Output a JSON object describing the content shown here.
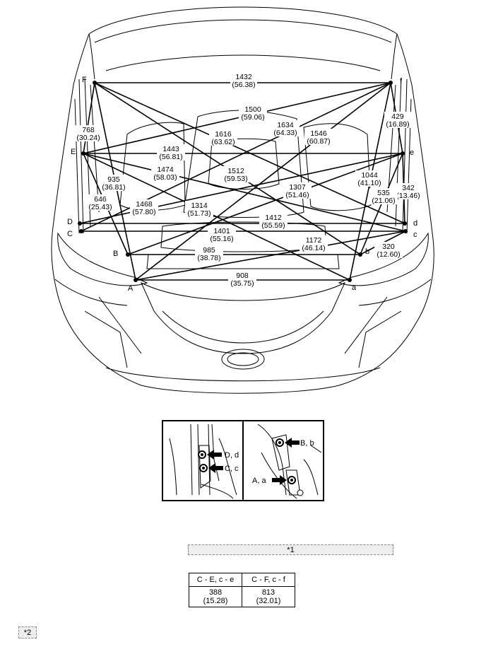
{
  "points": {
    "F": "F",
    "f": "f",
    "E": "E",
    "e": "e",
    "D": "D",
    "d": "d",
    "C": "C",
    "c": "c",
    "B": "B",
    "b": "b",
    "A": "A",
    "a": "a"
  },
  "measurements": [
    {
      "id": "F-f",
      "mm": "1432",
      "in": "(56.38)"
    },
    {
      "id": "E-f",
      "mm": "1500",
      "in": "(59.06)"
    },
    {
      "id": "F-d",
      "mm": "1616",
      "in": "(63.62)"
    },
    {
      "id": "C-f",
      "mm": "1634",
      "in": "(64.33)"
    },
    {
      "id": "A-f",
      "mm": "1546",
      "in": "(60.87)"
    },
    {
      "id": "F-e",
      "mm": "429",
      "in": "(16.89)"
    },
    {
      "id": "F-E",
      "mm": "768",
      "in": "(30.24)"
    },
    {
      "id": "E-e",
      "mm": "1443",
      "in": "(56.81)"
    },
    {
      "id": "E-c",
      "mm": "1474",
      "in": "(58.03)"
    },
    {
      "id": "F-b",
      "mm": "1512",
      "in": "(59.53)"
    },
    {
      "id": "F-A",
      "mm": "935",
      "in": "(36.81)"
    },
    {
      "id": "a-f",
      "mm": "1044",
      "in": "(41.10)"
    },
    {
      "id": "d-e",
      "mm": "342",
      "in": "(13.46)"
    },
    {
      "id": "b-e",
      "mm": "535",
      "in": "(21.06)"
    },
    {
      "id": "B-e",
      "mm": "1307",
      "in": "(51.46)"
    },
    {
      "id": "E-B",
      "mm": "646",
      "in": "(25.43)"
    },
    {
      "id": "D-e",
      "mm": "1468",
      "in": "(57.80)"
    },
    {
      "id": "E-a",
      "mm": "1314",
      "in": "(51.73)"
    },
    {
      "id": "D-d",
      "mm": "1412",
      "in": "(55.59)"
    },
    {
      "id": "C-c",
      "mm": "1401",
      "in": "(55.16)"
    },
    {
      "id": "A-c",
      "mm": "1172",
      "in": "(46.14)"
    },
    {
      "id": "b-c",
      "mm": "320",
      "in": "(12.60)"
    },
    {
      "id": "B-b",
      "mm": "985",
      "in": "(38.78)"
    },
    {
      "id": "A-a",
      "mm": "908",
      "in": "(35.75)"
    }
  ],
  "detail_labels": {
    "dd": "D, d",
    "cc": "C, c",
    "bb": "B, b",
    "aa": "A, a"
  },
  "caption_1": "*1",
  "caption_2": "*2",
  "spec_table": {
    "headers": [
      "C - E, c - e",
      "C - F, c - f"
    ],
    "mm": [
      "388",
      "813"
    ],
    "in": [
      "(15.28)",
      "(32.01)"
    ]
  }
}
